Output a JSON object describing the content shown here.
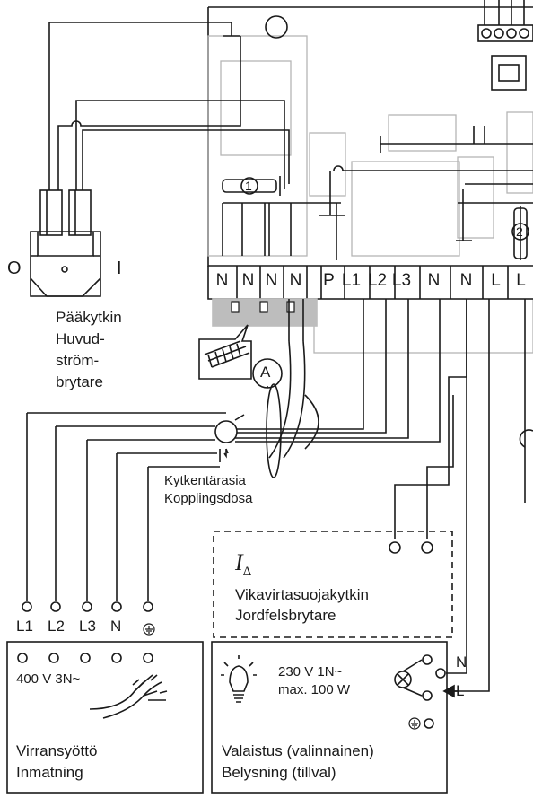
{
  "main_switch": {
    "off_label": "O",
    "on_label": "I",
    "caption": [
      "Pääkytkin",
      "Huvud-",
      "ström-",
      "brytare"
    ]
  },
  "terminal_block": [
    "N",
    "N",
    "N",
    "N",
    "P",
    "L1",
    "L2",
    "L3",
    "N",
    "N",
    "L",
    "L"
  ],
  "component_markers": [
    "1",
    "2"
  ],
  "ammeter_label": "A",
  "junction_box": {
    "fi": "Kytkentärasia",
    "sv": "Kopplingsdosa"
  },
  "rcd": {
    "symbol": "I",
    "symbol_sub": "Δ",
    "fi": "Vikavirtasuojakytkin",
    "sv": "Jordfelsbrytare"
  },
  "supply_terminals": [
    "L1",
    "L2",
    "L3",
    "N"
  ],
  "supply": {
    "rating": "400 V 3N~",
    "fi": "Virransyöttö",
    "sv": "Inmatning"
  },
  "lighting": {
    "rating_1": "230 V 1N~",
    "rating_2": "max. 100 W",
    "fi": "Valaistus (valinnainen)",
    "sv": "Belysning (tillval)"
  },
  "output_terminals": {
    "n": "N",
    "l": "L"
  }
}
